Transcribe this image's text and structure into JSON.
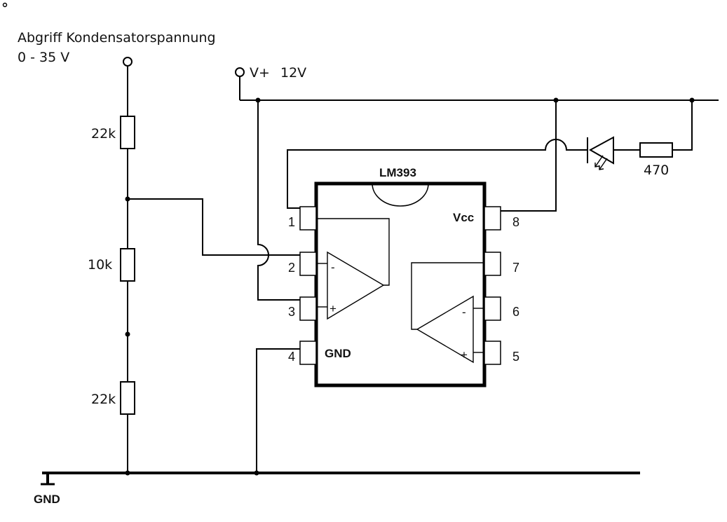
{
  "input_label_line1": "Abgriff Kondensatorspannung",
  "input_label_line2": "0 - 35 V",
  "supply_label": "V+",
  "supply_voltage": "12V",
  "ic_name": "LM393",
  "ic_vcc_label": "Vcc",
  "ic_gnd_label": "GND",
  "ground_label": "GND",
  "resistors": {
    "r_top": "22k",
    "r_mid": "10k",
    "r_bottom": "22k",
    "r_led": "470"
  },
  "pins": {
    "p1": "1",
    "p2": "2",
    "p3": "3",
    "p4": "4",
    "p5": "5",
    "p6": "6",
    "p7": "7",
    "p8": "8"
  },
  "opamp_signs": {
    "minus": "-",
    "plus": "+"
  }
}
